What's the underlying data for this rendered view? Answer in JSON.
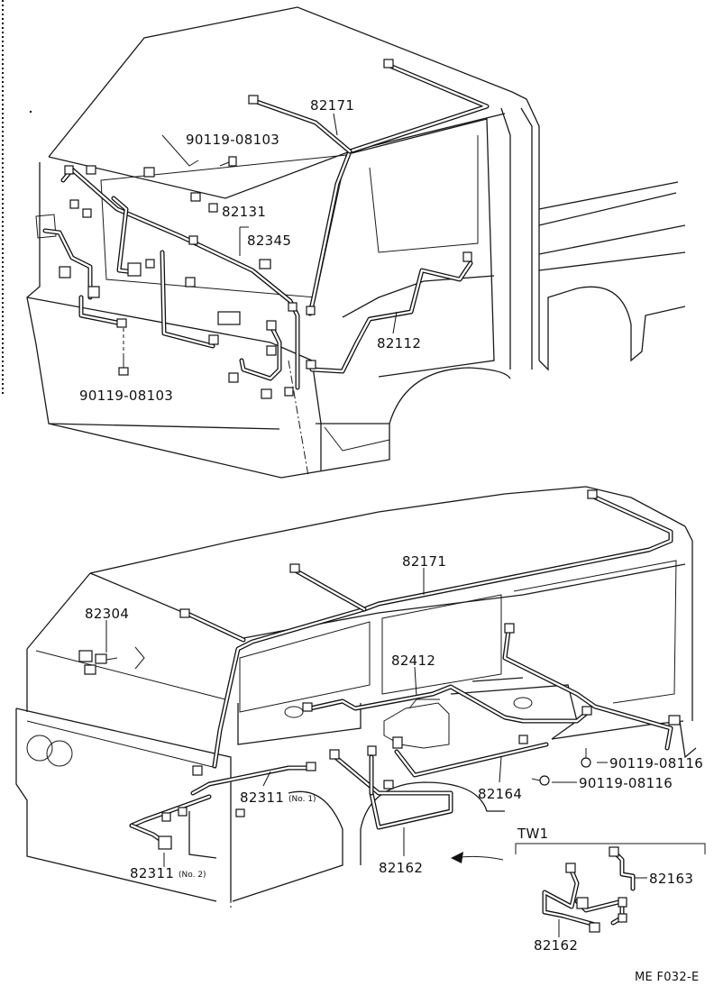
{
  "upper_view": {
    "labels": {
      "harness_roof": "82171",
      "bolt_upper": "90119-08103",
      "harness_front": "82131",
      "clamp": "82345",
      "harness_door": "82112",
      "bolt_lower": "90119-08103"
    }
  },
  "lower_view": {
    "labels": {
      "harness_roof": "82171",
      "lamp_assy": "82304",
      "harness_floor": "82412",
      "bolt_a": "90119-08116",
      "bolt_b": "90119-08116",
      "harness_rear": "82164",
      "harness_no1": "82311",
      "harness_no1_note": "(No. 1)",
      "harness_no2": "82311",
      "harness_no2_note": "(No. 2)",
      "harness_bottom": "82162"
    }
  },
  "inset": {
    "title": "TW1",
    "labels": {
      "harness_a": "82163",
      "harness_b": "82162"
    }
  },
  "footer": {
    "code": "ME F032-E"
  }
}
